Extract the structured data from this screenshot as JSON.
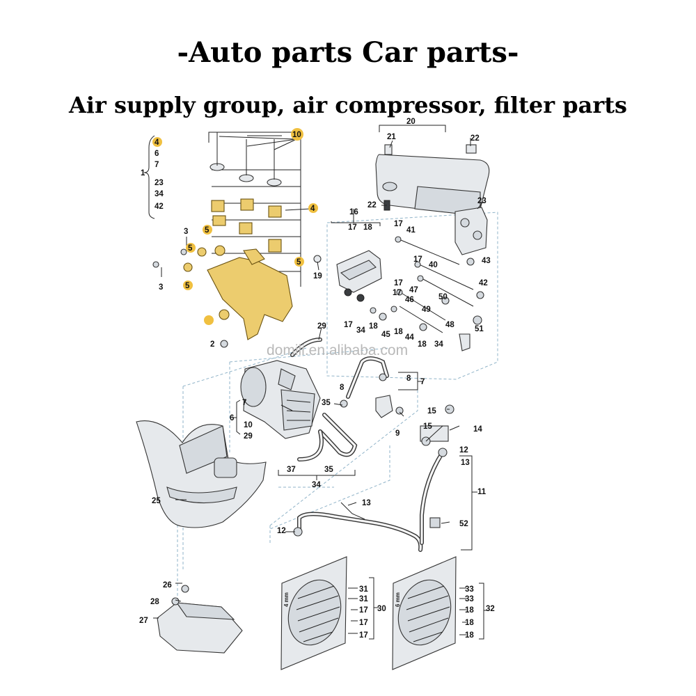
{
  "header": {
    "title": "-Auto parts Car parts-",
    "subtitle": "Air supply group, air compressor, filter parts"
  },
  "watermark": "domili.en.alibaba.com",
  "colors": {
    "background": "#ffffff",
    "text": "#000000",
    "highlight": "#f0c040",
    "part": "#e6e9ec",
    "gold_part": "#eccc6e"
  },
  "callouts": [
    {
      "id": "c-4a",
      "text": "4"
    },
    {
      "id": "c-6a",
      "text": "6"
    },
    {
      "id": "c-7a",
      "text": "7"
    },
    {
      "id": "c-1",
      "text": "1"
    },
    {
      "id": "c-23a",
      "text": "23"
    },
    {
      "id": "c-34a",
      "text": "34"
    },
    {
      "id": "c-42a",
      "text": "42"
    },
    {
      "id": "c-10a",
      "text": "10"
    },
    {
      "id": "c-4b",
      "text": "4"
    },
    {
      "id": "c-5a",
      "text": "5"
    },
    {
      "id": "c-5b",
      "text": "5"
    },
    {
      "id": "c-3a",
      "text": "3"
    },
    {
      "id": "c-3b",
      "text": "3"
    },
    {
      "id": "c-5c",
      "text": "5"
    },
    {
      "id": "c-5d",
      "text": "5"
    },
    {
      "id": "c-2",
      "text": "2"
    },
    {
      "id": "c-20",
      "text": "20"
    },
    {
      "id": "c-21",
      "text": "21"
    },
    {
      "id": "c-22a",
      "text": "22"
    },
    {
      "id": "c-22b",
      "text": "22"
    },
    {
      "id": "c-23b",
      "text": "23"
    },
    {
      "id": "c-16",
      "text": "16"
    },
    {
      "id": "c-17a",
      "text": "17"
    },
    {
      "id": "c-18a",
      "text": "18"
    },
    {
      "id": "c-17b",
      "text": "17"
    },
    {
      "id": "c-41",
      "text": "41"
    },
    {
      "id": "c-43",
      "text": "43"
    },
    {
      "id": "c-17c",
      "text": "17"
    },
    {
      "id": "c-40",
      "text": "40"
    },
    {
      "id": "c-19",
      "text": "19"
    },
    {
      "id": "c-17d",
      "text": "17"
    },
    {
      "id": "c-42b",
      "text": "42"
    },
    {
      "id": "c-47",
      "text": "47"
    },
    {
      "id": "c-17e",
      "text": "17"
    },
    {
      "id": "c-50",
      "text": "50"
    },
    {
      "id": "c-46",
      "text": "46"
    },
    {
      "id": "c-49",
      "text": "49"
    },
    {
      "id": "c-17f",
      "text": "17"
    },
    {
      "id": "c-34b",
      "text": "34"
    },
    {
      "id": "c-18b",
      "text": "18"
    },
    {
      "id": "c-45",
      "text": "45"
    },
    {
      "id": "c-18c",
      "text": "18"
    },
    {
      "id": "c-44",
      "text": "44"
    },
    {
      "id": "c-18d",
      "text": "18"
    },
    {
      "id": "c-34c",
      "text": "34"
    },
    {
      "id": "c-48",
      "text": "48"
    },
    {
      "id": "c-51",
      "text": "51"
    },
    {
      "id": "c-29a",
      "text": "29"
    },
    {
      "id": "c-8a",
      "text": "8"
    },
    {
      "id": "c-8b",
      "text": "8"
    },
    {
      "id": "c-7b",
      "text": "7"
    },
    {
      "id": "c-7c",
      "text": "7"
    },
    {
      "id": "c-6b",
      "text": "6"
    },
    {
      "id": "c-10b",
      "text": "10"
    },
    {
      "id": "c-29b",
      "text": "29"
    },
    {
      "id": "c-35a",
      "text": "35"
    },
    {
      "id": "c-9",
      "text": "9"
    },
    {
      "id": "c-15a",
      "text": "15"
    },
    {
      "id": "c-15b",
      "text": "15"
    },
    {
      "id": "c-14",
      "text": "14"
    },
    {
      "id": "c-12a",
      "text": "12"
    },
    {
      "id": "c-13a",
      "text": "13"
    },
    {
      "id": "c-11",
      "text": "11"
    },
    {
      "id": "c-37",
      "text": "37"
    },
    {
      "id": "c-35b",
      "text": "35"
    },
    {
      "id": "c-34d",
      "text": "34"
    },
    {
      "id": "c-25",
      "text": "25"
    },
    {
      "id": "c-13b",
      "text": "13"
    },
    {
      "id": "c-12b",
      "text": "12"
    },
    {
      "id": "c-52",
      "text": "52"
    },
    {
      "id": "c-26",
      "text": "26"
    },
    {
      "id": "c-28",
      "text": "28"
    },
    {
      "id": "c-27",
      "text": "27"
    },
    {
      "id": "c-31a",
      "text": "31"
    },
    {
      "id": "c-31b",
      "text": "31"
    },
    {
      "id": "c-17g",
      "text": "17"
    },
    {
      "id": "c-17h",
      "text": "17"
    },
    {
      "id": "c-17i",
      "text": "17"
    },
    {
      "id": "c-30",
      "text": "30"
    },
    {
      "id": "c-33a",
      "text": "33"
    },
    {
      "id": "c-33b",
      "text": "33"
    },
    {
      "id": "c-18e",
      "text": "18"
    },
    {
      "id": "c-18f",
      "text": "18"
    },
    {
      "id": "c-18g",
      "text": "18"
    },
    {
      "id": "c-32",
      "text": "32"
    }
  ],
  "templates": [
    {
      "id": "t-4mm",
      "text": "4 mm"
    },
    {
      "id": "t-6mm",
      "text": "6 mm"
    }
  ]
}
